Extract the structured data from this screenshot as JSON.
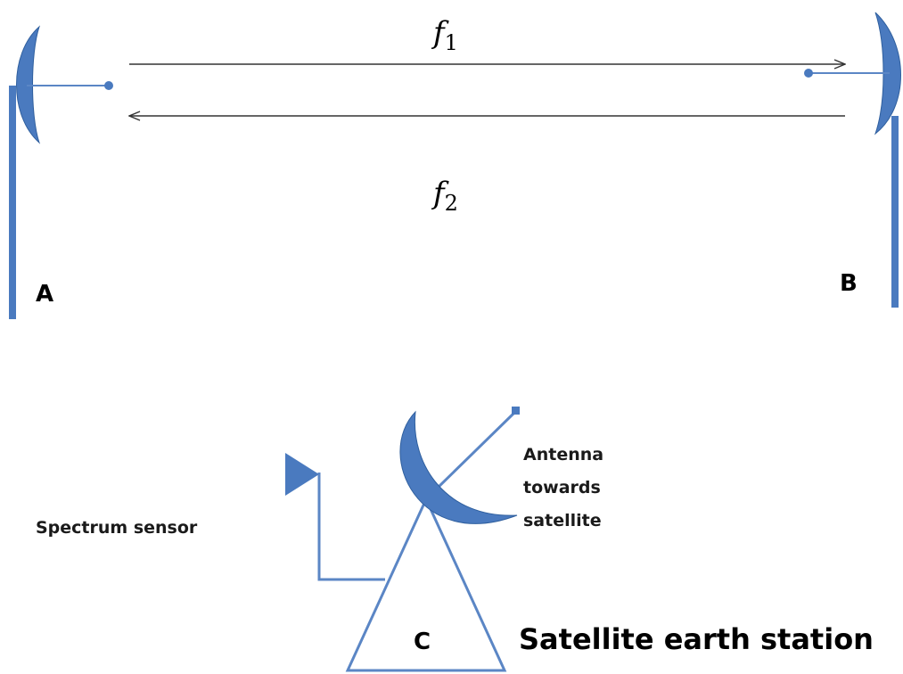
{
  "colors": {
    "antenna": "#4a7abf",
    "antenna_edge": "#2f5f9e",
    "line": "#5b86c5",
    "arrow": "#333333",
    "text": "#000000",
    "background": "#ffffff"
  },
  "link": {
    "forward_symbol": "f",
    "forward_subscript": "1",
    "reverse_symbol": "f",
    "reverse_subscript": "2"
  },
  "stations": {
    "a_label": "A",
    "b_label": "B",
    "c_label": "C"
  },
  "earth_station": {
    "title": "Satellite earth station",
    "sensor_label": "Spectrum sensor",
    "antenna_label_line1": "Antenna",
    "antenna_label_line2": "towards",
    "antenna_label_line3": "satellite"
  }
}
